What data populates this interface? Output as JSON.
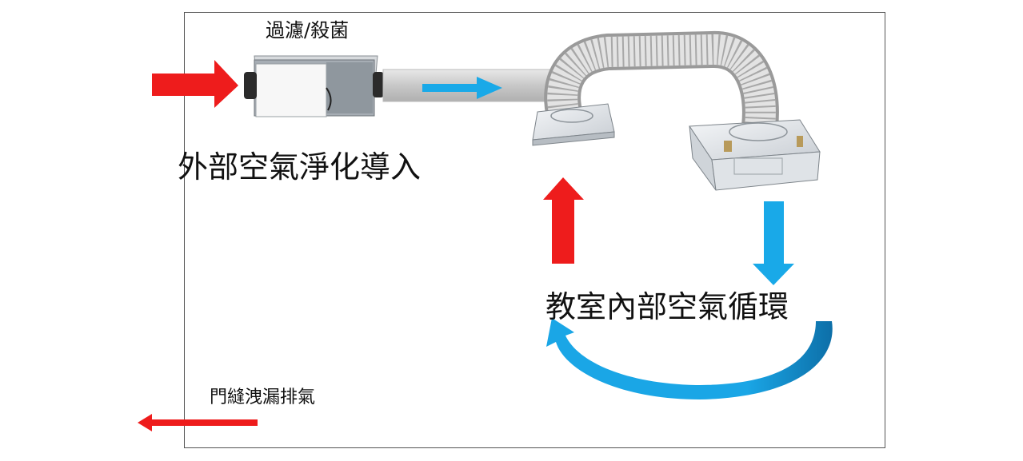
{
  "labels": {
    "filter": "過濾/殺菌",
    "outdoor_intake": "外部空氣淨化導入",
    "indoor_circulation": "教室內部空氣循環",
    "leak_exhaust": "門縫洩漏排氣"
  },
  "colors": {
    "supply_arrow": "#ee1c1c",
    "circulation_arrow": "#19a9e8",
    "frame": "#555555"
  }
}
